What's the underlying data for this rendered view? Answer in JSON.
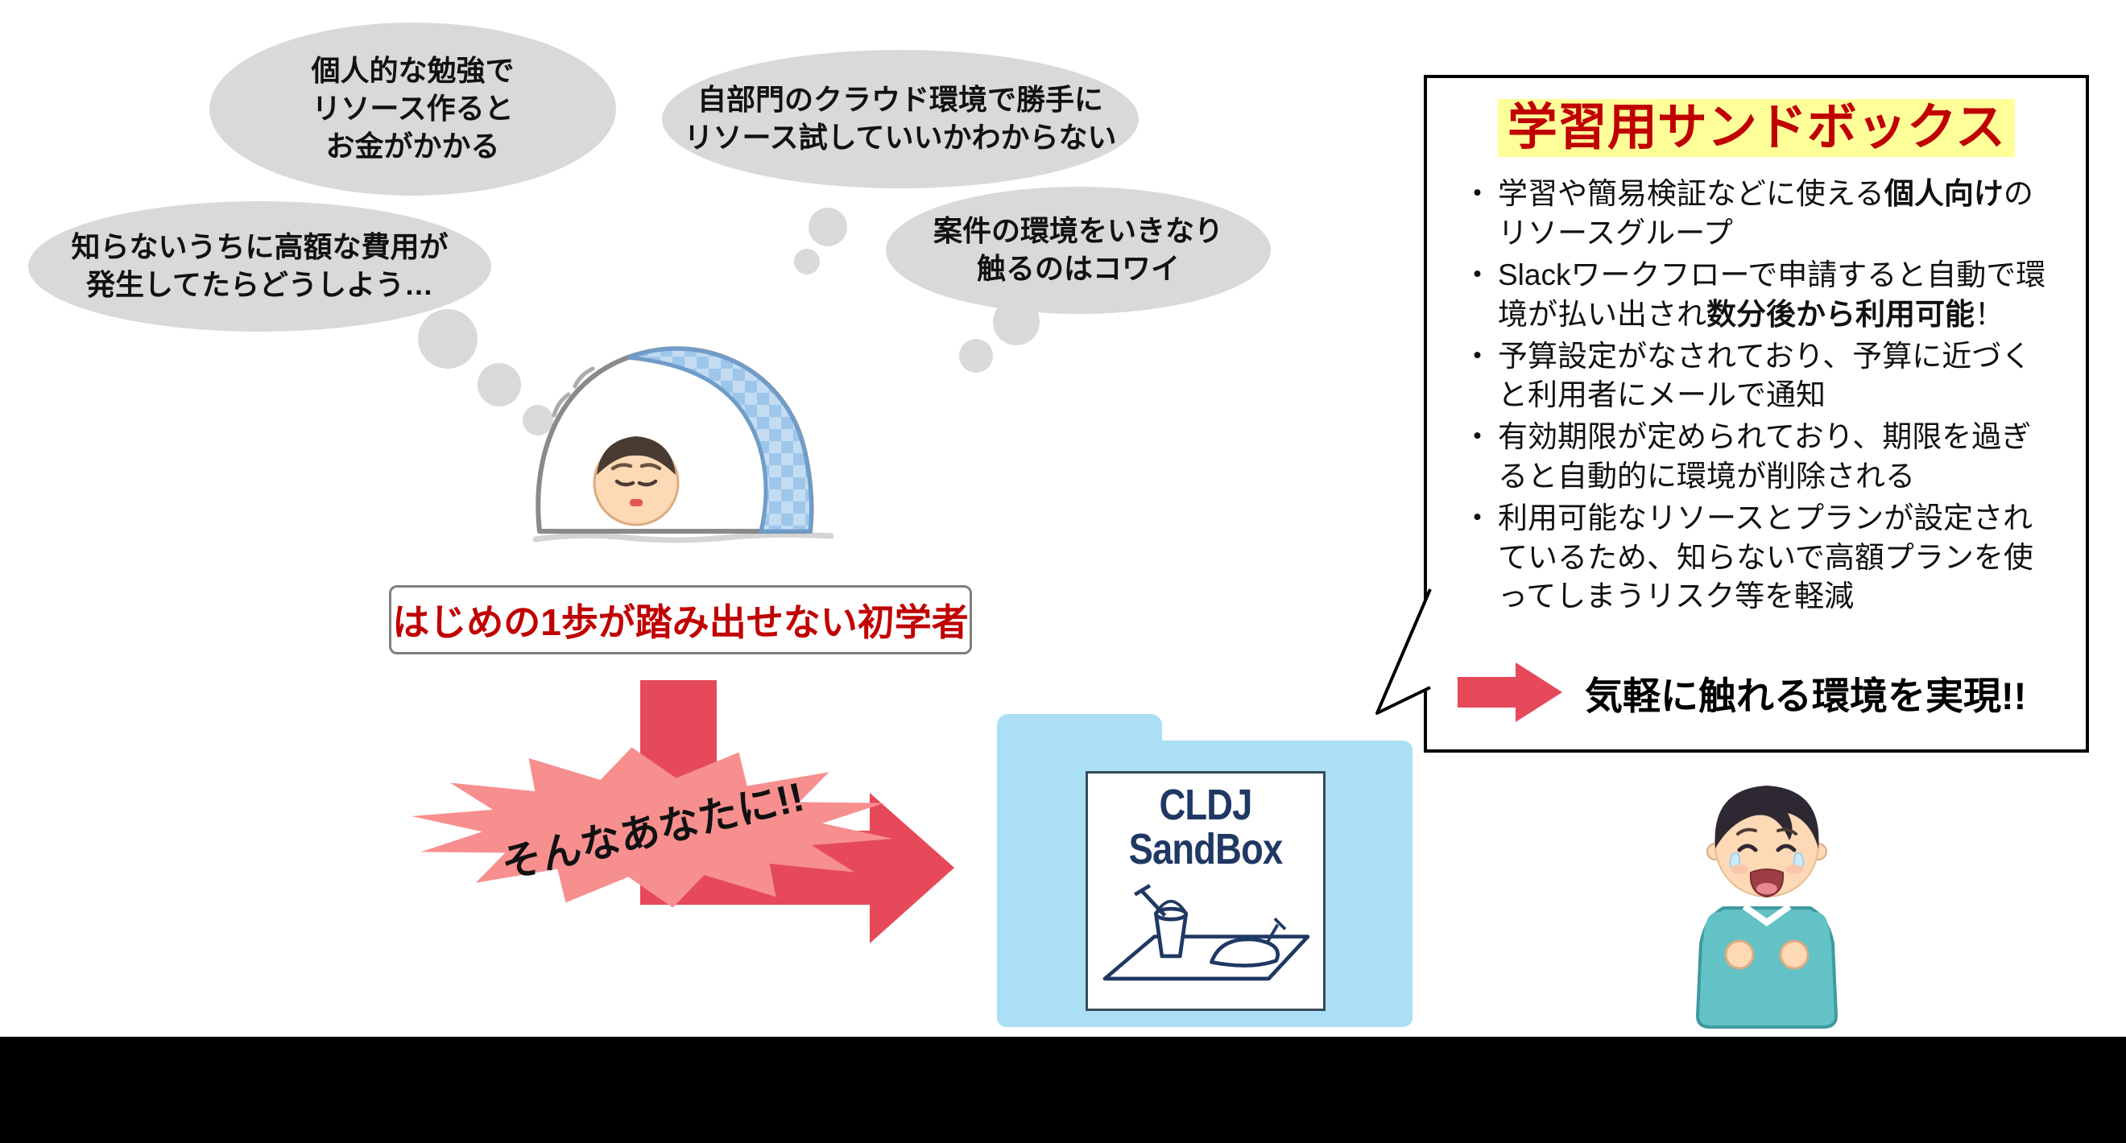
{
  "slide": {
    "thought_bubbles": [
      {
        "name": "bubble-personal-study-cost",
        "text": "個人的な勉強で\nリソース作ると\nお金がかかる"
      },
      {
        "name": "bubble-department-cloud",
        "text": "自部門のクラウド環境で勝手に\nリソース試していいかわからない"
      },
      {
        "name": "bubble-unknown-high-cost",
        "text": "知らないうちに高額な費用が\n発生してたらどうしよう…"
      },
      {
        "name": "bubble-project-env-scary",
        "text": "案件の環境をいきなり\n触るのはコワイ"
      }
    ],
    "beginner_label": "はじめの1歩が踏み出せない初学者",
    "starburst_text": "そんなあなたに!!",
    "folder": {
      "title_line1": "CLDJ",
      "title_line2": "SandBox"
    },
    "callout": {
      "title": "学習用サンドボックス",
      "bullet_char": "・",
      "bullets": [
        {
          "segments": [
            {
              "text": "学習や簡易検証などに使える",
              "bold": false
            },
            {
              "text": "個人向け",
              "bold": true
            },
            {
              "text": "のリソースグループ",
              "bold": false
            }
          ]
        },
        {
          "segments": [
            {
              "text": "Slackワークフローで申請すると自動で環境が払い出され",
              "bold": false
            },
            {
              "text": "数分後から利用可能",
              "bold": true
            },
            {
              "text": "！",
              "bold": false
            }
          ]
        },
        {
          "segments": [
            {
              "text": "予算設定がなされており、予算に近づくと利用者にメールで通知",
              "bold": false
            }
          ]
        },
        {
          "segments": [
            {
              "text": "有効期限が定められており、期限を過ぎると自動的に環境が削除される",
              "bold": false
            }
          ]
        },
        {
          "segments": [
            {
              "text": "利用可能なリソースとプランが設定されているため、知らないで高額プランを使ってしまうリスク等を軽減",
              "bold": false
            }
          ]
        }
      ],
      "result_text": "気軽に触れる環境を実現!!"
    },
    "icons": {
      "futon_person": "person-hiding-under-futon-illustration",
      "happy_cry_person": "person-crying-with-joy-illustration",
      "sandbox_icon": "sandbox-bucket-shovel-icon",
      "bent_arrow": "down-right-bent-arrow",
      "result_arrow": "right-block-arrow-icon",
      "starburst": "starburst-shape"
    },
    "colors": {
      "bubble_gray": "#d9d9d9",
      "title_red": "#c00000",
      "highlight_yellow": "#ffff99",
      "arrow_red": "#e6495a",
      "starburst_pink": "#f78f8f",
      "folder_blue": "#abdff5",
      "navy": "#1f3864"
    }
  }
}
